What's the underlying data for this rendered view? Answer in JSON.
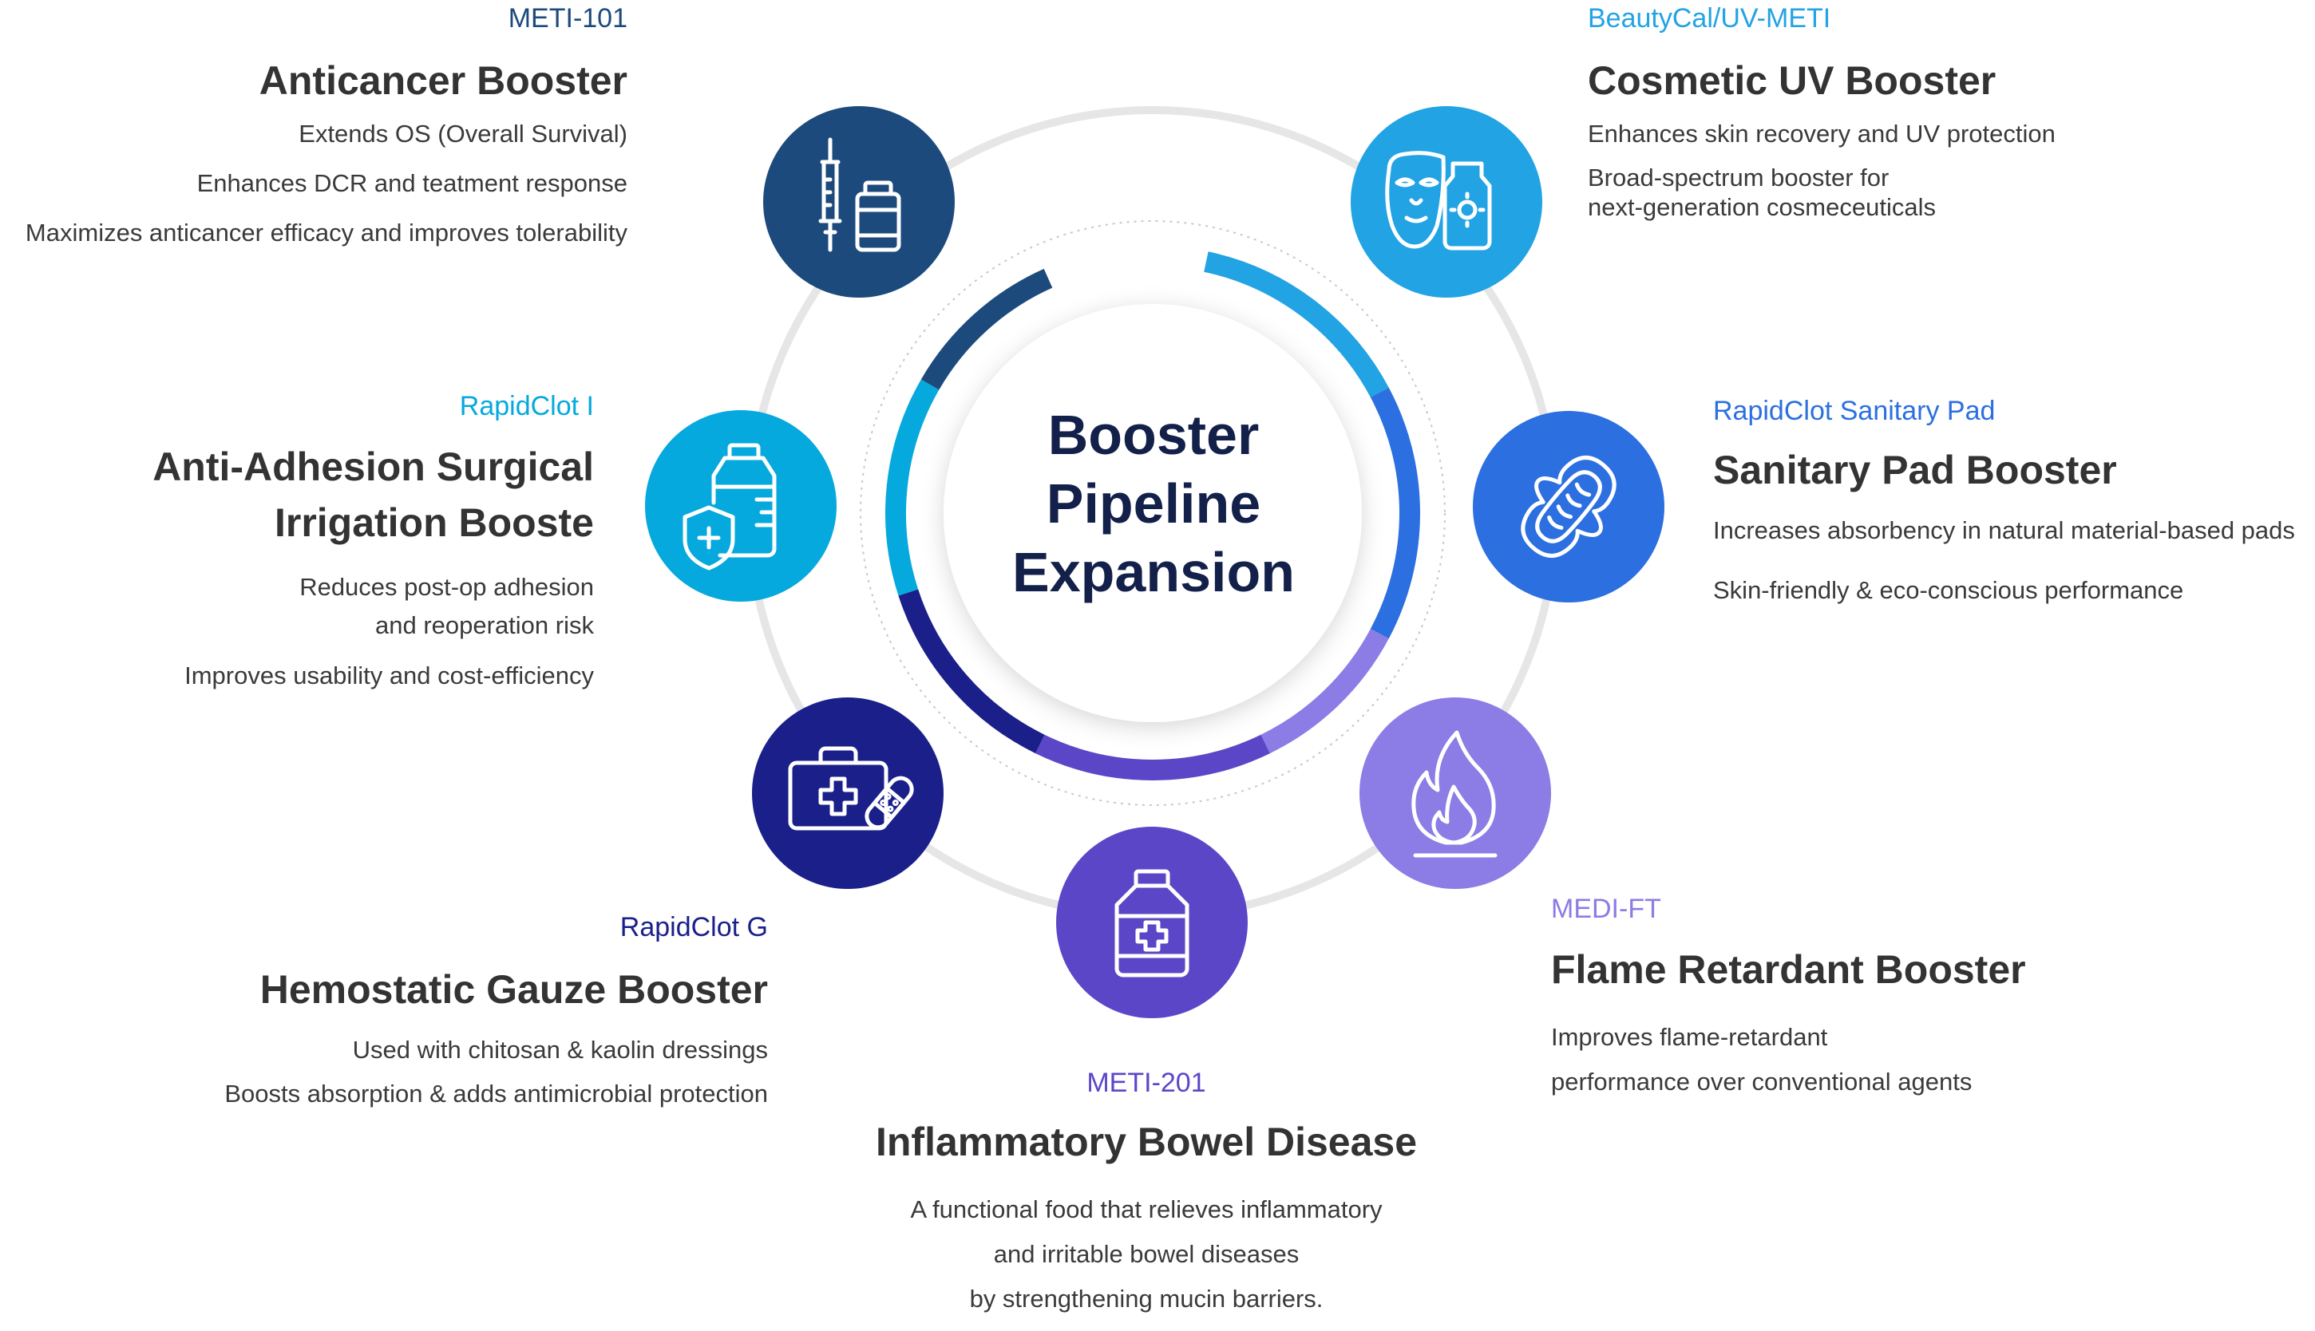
{
  "center": {
    "title_lines": [
      "Booster",
      "Pipeline",
      "Expansion"
    ]
  },
  "items": [
    {
      "key": "anticancer",
      "code": "METI-101",
      "title_lines": [
        "Anticancer Booster"
      ],
      "desc": [
        "Extends OS (Overall Survival)",
        "Enhances DCR and teatment response",
        "Maximizes anticancer efficacy and improves tolerability"
      ],
      "color": "#1c4a7d",
      "icon": "syringe-vial-icon"
    },
    {
      "key": "cosmetic",
      "code": "BeautyCal/UV-METI",
      "title_lines": [
        "Cosmetic UV Booster"
      ],
      "desc": [
        "Enhances skin recovery and UV protection",
        "Broad-spectrum booster for\nnext-generation cosmeceuticals"
      ],
      "color": "#22a3e4",
      "icon": "face-mask-sunscreen-icon"
    },
    {
      "key": "irrigation",
      "code": "RapidClot I",
      "title_lines": [
        "Anti-Adhesion Surgical",
        "Irrigation Booste"
      ],
      "desc": [
        "Reduces post-op adhesion\nand reoperation risk",
        "Improves usability and cost-efficiency"
      ],
      "color": "#06a9dd",
      "icon": "solution-bottle-shield-icon"
    },
    {
      "key": "sanitary",
      "code": "RapidClot Sanitary Pad",
      "title_lines": [
        "Sanitary Pad Booster"
      ],
      "desc": [
        "Increases absorbency in natural material-based pads",
        "Skin-friendly & eco-conscious performance"
      ],
      "color": "#2c6fe0",
      "icon": "sanitary-pad-icon"
    },
    {
      "key": "gauze",
      "code": "RapidClot G",
      "title_lines": [
        "Hemostatic Gauze Booster"
      ],
      "desc": [
        "Used with chitosan & kaolin dressings",
        "Boosts absorption & adds antimicrobial protection"
      ],
      "color": "#1a1f8a",
      "icon": "first-aid-kit-bandage-icon"
    },
    {
      "key": "flame",
      "code": "MEDI-FT",
      "title_lines": [
        "Flame Retardant Booster"
      ],
      "desc": [
        "Improves flame-retardant\nperformance over conventional agents"
      ],
      "color": "#8b7ce6",
      "icon": "flame-icon"
    },
    {
      "key": "ibd",
      "code": "METI-201",
      "title_lines": [
        "Inflammatory Bowel Disease"
      ],
      "desc": [
        "A functional food that relieves inflammatory\nand irritable bowel diseases\nby strengthening mucin barriers."
      ],
      "color": "#5c46c8",
      "icon": "medicine-bottle-icon"
    }
  ]
}
